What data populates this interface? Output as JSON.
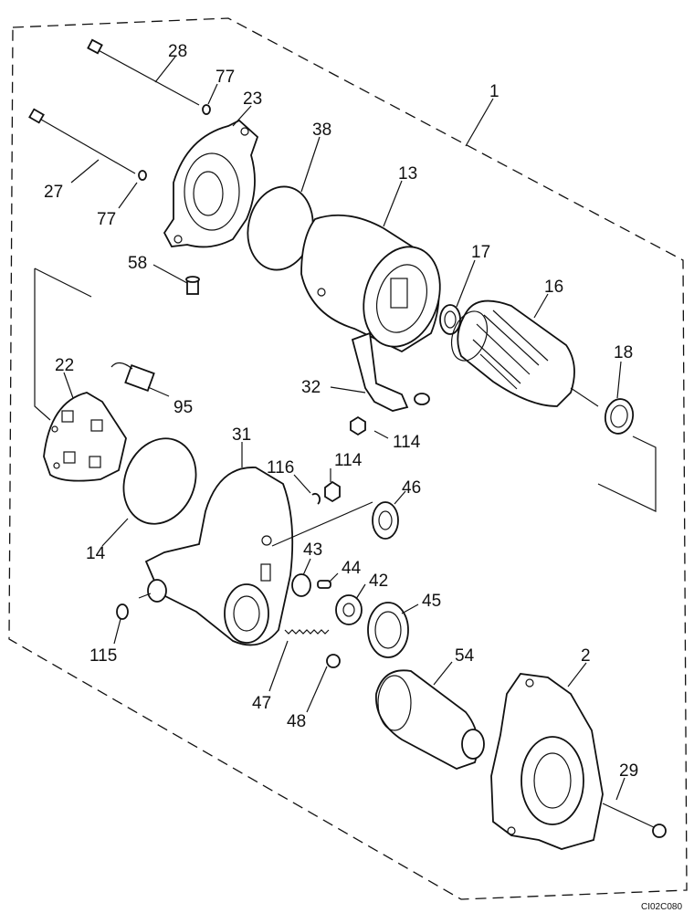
{
  "callouts": {
    "c1": "1",
    "c2": "2",
    "c13": "13",
    "c14": "14",
    "c16": "16",
    "c17": "17",
    "c18": "18",
    "c22": "22",
    "c23": "23",
    "c27": "27",
    "c28": "28",
    "c29": "29",
    "c31": "31",
    "c32": "32",
    "c38": "38",
    "c42": "42",
    "c43": "43",
    "c44": "44",
    "c45": "45",
    "c46": "46",
    "c47": "47",
    "c48": "48",
    "c54": "54",
    "c58": "58",
    "c77a": "77",
    "c77b": "77",
    "c95": "95",
    "c114a": "114",
    "c114b": "114",
    "c115": "115",
    "c116": "116"
  },
  "drawing_code": "CI02C080"
}
